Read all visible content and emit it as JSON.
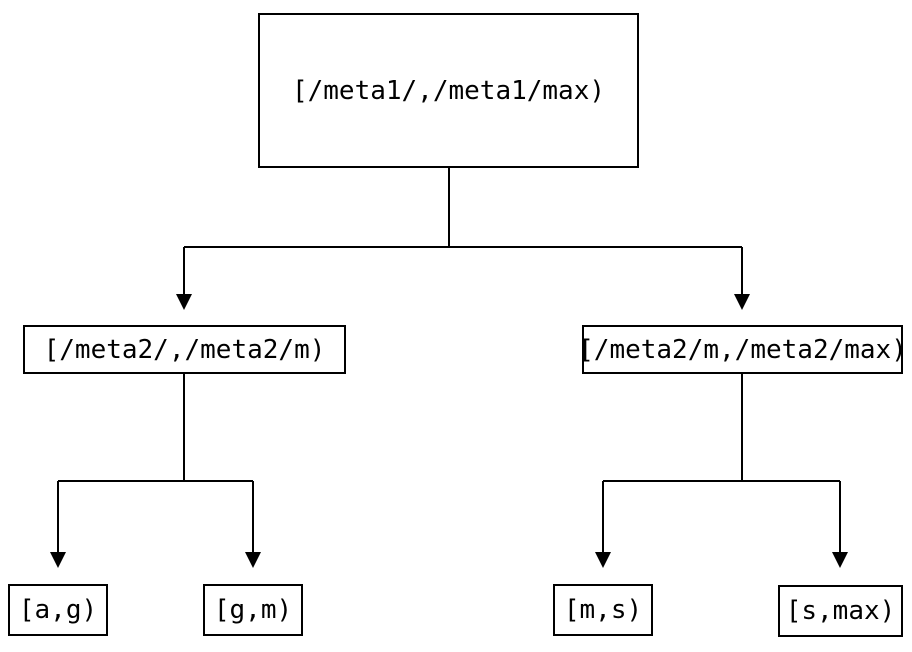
{
  "colors": {
    "background": "#ffffff",
    "line": "#000000",
    "box_border": "#000000",
    "box_fill": "#ffffff",
    "text": "#000000"
  },
  "tree": {
    "root": {
      "label": "[/meta1/,/meta1/max)",
      "children": [
        {
          "label": "[/meta2/,/meta2/m)",
          "children": [
            {
              "label": "[a,g)"
            },
            {
              "label": "[g,m)"
            }
          ]
        },
        {
          "label": "[/meta2/m,/meta2/max)",
          "children": [
            {
              "label": "[m,s)"
            },
            {
              "label": "[s,max)"
            }
          ]
        }
      ]
    }
  }
}
